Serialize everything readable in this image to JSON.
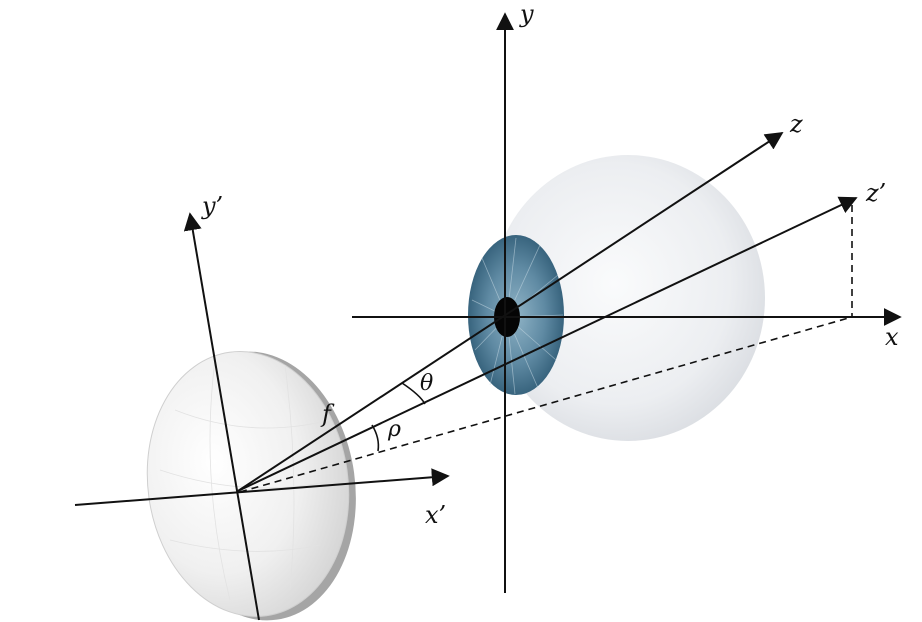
{
  "labels": {
    "y": "y",
    "z": "z",
    "z_prime": "z’",
    "x": "x",
    "y_prime": "y’",
    "x_prime": "x’",
    "f": "f",
    "theta": "θ",
    "rho": "ρ"
  },
  "colors": {
    "axis": "#111111",
    "iris": "#5f8aa3",
    "iris_dark": "#2e5a74",
    "pupil": "#050505",
    "sclera": "#e9eaee",
    "lens": "#eeeeee",
    "lens_rim": "#9a9a9a"
  }
}
